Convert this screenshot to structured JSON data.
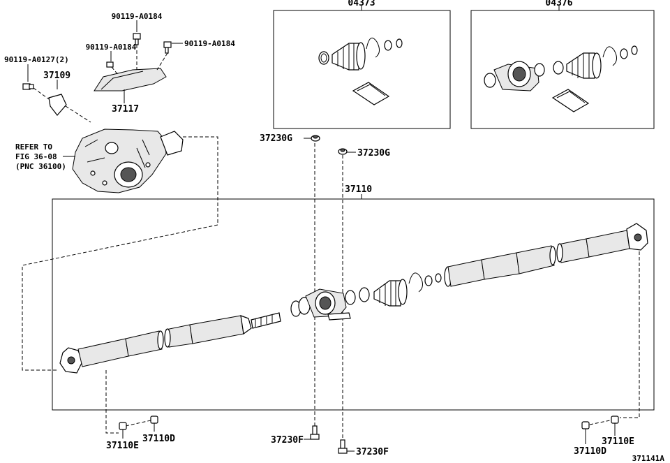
{
  "labels": {
    "kit_a": "04373",
    "kit_b": "04376",
    "bolt_top": "90119-A0184",
    "bolt_mid": "90119-A0184",
    "bolt_right": "90119-A0184",
    "bolt_left": "90119-A0127(2)",
    "bracket_a": "37109",
    "bracket_b": "37117",
    "refer_1": "REFER TO",
    "refer_2": "FIG 36-08",
    "refer_3": "(PNC 36100)",
    "nut_g1": "37230G",
    "nut_g2": "37230G",
    "shaft_assy": "37110",
    "bolt_f1": "37230F",
    "bolt_f2": "37230F",
    "nut_e_left": "37110E",
    "nut_d_left": "37110D",
    "nut_d_right": "37110D",
    "nut_e_right": "37110E",
    "figure_id": "371141A"
  }
}
